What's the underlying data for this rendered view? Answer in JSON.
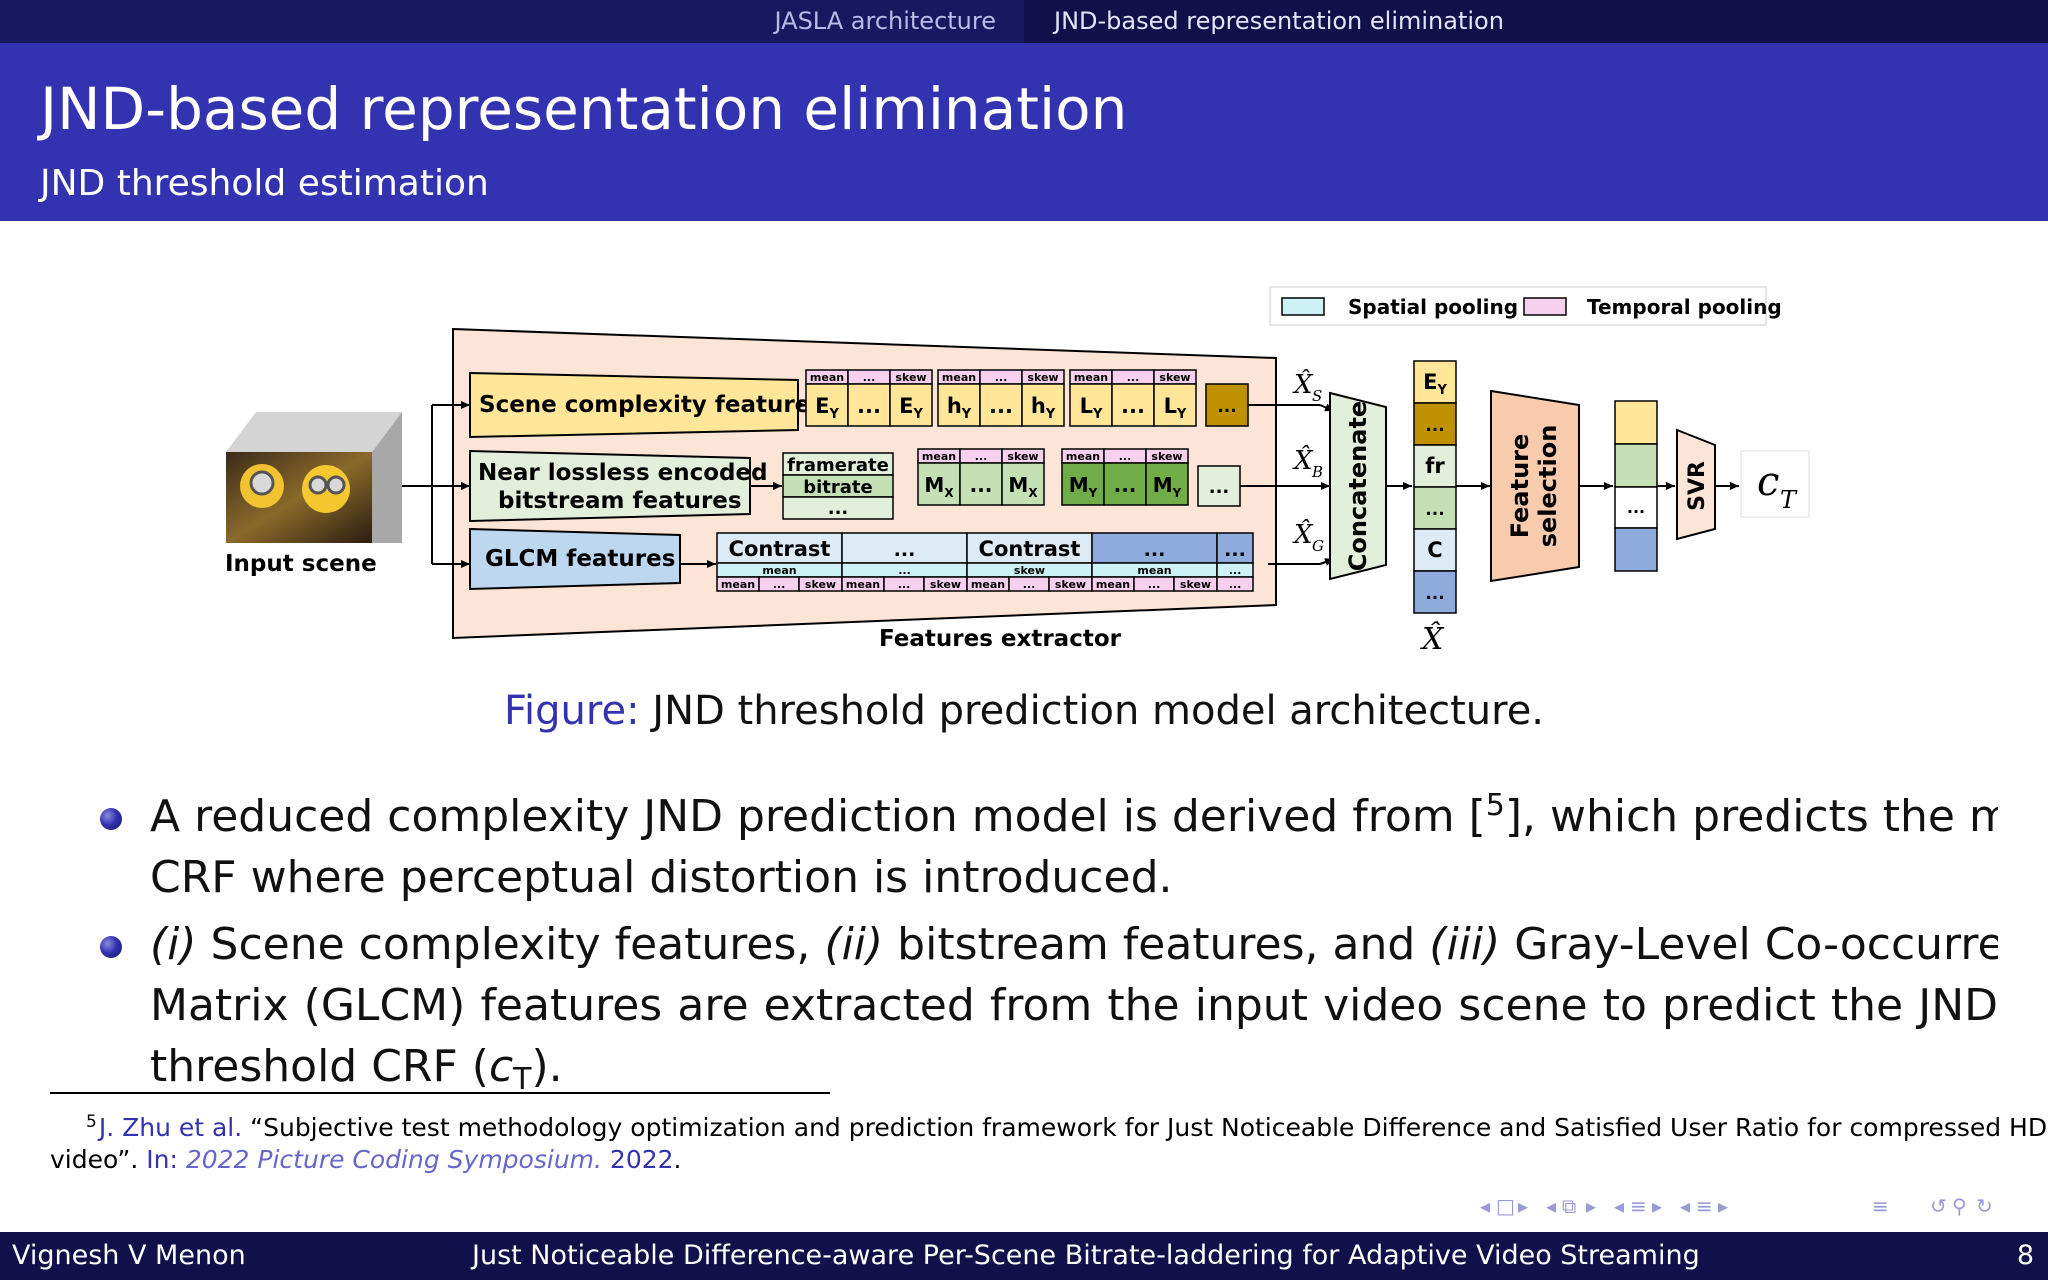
{
  "nav": {
    "section_1": "JASLA architecture",
    "section_2": "JND-based representation elimination"
  },
  "title": "JND-based representation elimination",
  "subtitle": "JND threshold estimation",
  "figure": {
    "legend": {
      "spatial": "Spatial pooling",
      "temporal": "Temporal pooling"
    },
    "input_label": "Input scene",
    "extractor_label": "Features extractor",
    "branches": {
      "scene": "Scene complexity features",
      "bitstream_line1": "Near lossless encoded",
      "bitstream_line2": "bitstream features",
      "glcm": "GLCM features"
    },
    "bitstream_list": [
      "framerate",
      "bitrate",
      "..."
    ],
    "stat_labels": [
      "mean",
      "...",
      "skew"
    ],
    "scene_cells": [
      [
        "E",
        "Y"
      ],
      [
        "...",
        ""
      ],
      [
        "E",
        "Y"
      ],
      [
        "h",
        "Y"
      ],
      [
        "...",
        ""
      ],
      [
        "h",
        "Y"
      ],
      [
        "L",
        "Y"
      ],
      [
        "...",
        ""
      ],
      [
        "L",
        "Y"
      ]
    ],
    "bitstream_cells": [
      [
        "M",
        "X"
      ],
      [
        "...",
        ""
      ],
      [
        "M",
        "X"
      ],
      [
        "M",
        "Y"
      ],
      [
        "...",
        ""
      ],
      [
        "M",
        "Y"
      ]
    ],
    "glcm_top": [
      "Contrast",
      "...",
      "Contrast",
      "...",
      "..."
    ],
    "glcm_mid": [
      "mean",
      "...",
      "skew",
      "mean",
      "..."
    ],
    "glcm_bottom": [
      "mean",
      "...",
      "skew",
      "mean",
      "...",
      "skew",
      "mean",
      "...",
      "skew",
      "mean",
      "...",
      "skew"
    ],
    "x_labels": {
      "s": "S",
      "b": "B",
      "g": "G"
    },
    "concat_label": "Concatenate",
    "stack_cells": [
      [
        "E",
        "Y"
      ],
      [
        "...",
        ""
      ],
      [
        "fr",
        ""
      ],
      [
        "...",
        ""
      ],
      [
        "C",
        ""
      ],
      [
        "...",
        ""
      ]
    ],
    "feature_selection": [
      "Feature",
      "selection"
    ],
    "selected_ellipsis": "...",
    "svr_label": "SVR",
    "output_symbol": "c",
    "output_sub": "T",
    "ellipsis": "...",
    "colors": {
      "yellow": "#ffe699",
      "gold": "#bf9000",
      "green": "#70ad47",
      "lightgreen": "#c5e0b4",
      "glcm_blue": "#bdd7ee",
      "deep_blue": "#8faadc",
      "peach": "#f8cbad",
      "extractor_bg": "#fce4d6",
      "spatial": "#ccf2f5",
      "temporal": "#f6d0ee"
    }
  },
  "caption": {
    "label": "Figure:",
    "text": "JND threshold prediction model architecture."
  },
  "bullets": {
    "b1_l1a": "A reduced complexity JND prediction model is derived from [",
    "b1_sup": "5",
    "b1_l1b": "], which predicts the minimum",
    "b1_l2": "CRF where perceptual distortion is introduced.",
    "b2_i": "(i)",
    "b2_a": " Scene complexity features, ",
    "b2_ii": "(ii)",
    "b2_b": " bitstream features, and ",
    "b2_iii": "(iii)",
    "b2_c": " Gray-Level Co-occurrence",
    "b2_l2": "Matrix (GLCM) features are extracted from the input video scene to predict the JND",
    "b2_l3a": "threshold CRF (",
    "b2_c_sym": "c",
    "b2_c_sub": "T",
    "b2_l3b": ")."
  },
  "footnote": {
    "num": "5",
    "authors": "J. Zhu et al.",
    "title_l1": " “Subjective test methodology optimization and prediction framework for Just Noticeable Difference and Satisfied User Ratio for compressed HD",
    "title_l2": "video”.",
    "in_label": " In: ",
    "venue": "2022 Picture Coding Symposium.",
    "year": " 2022",
    "end": "."
  },
  "footer": {
    "author": "Vignesh V Menon",
    "title": "Just Noticeable Difference-aware Per-Scene Bitrate-laddering for Adaptive Video Streaming",
    "page": "8"
  }
}
